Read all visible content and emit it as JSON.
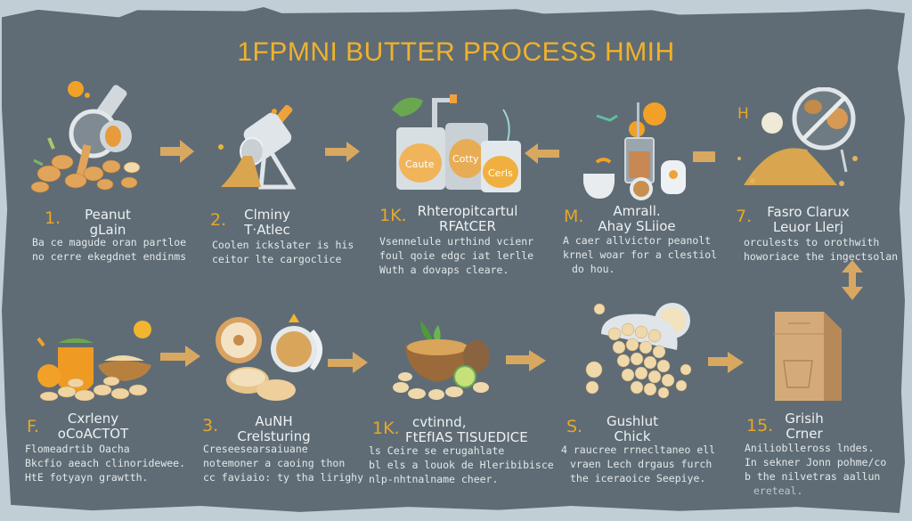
{
  "title": "1FPMNI BUTTER PROCESS HMIH",
  "colors": {
    "board": "#5f6c75",
    "accent": "#f0b22b",
    "arrow": "#d9a860",
    "text": "#eef1f3",
    "peanut": "#e7c48f"
  },
  "steps": [
    {
      "number": "1.",
      "heading": [
        "Peanut",
        "gLain"
      ],
      "description": [
        "Ba ce magude oran partloe",
        "no cerre ekegdnet endinms"
      ],
      "illustration": "grinder-with-peanuts"
    },
    {
      "number": "2.",
      "heading": [
        "Clminy",
        "T·Atlec"
      ],
      "description": [
        "Coolen ickslater is his",
        "ceitor lte cargoclice"
      ],
      "illustration": "meat-grinder-icon"
    },
    {
      "number": "1K.",
      "heading": [
        "Rhteropitcartul",
        "RFAtCER"
      ],
      "description": [
        "Vsennelule urthind vcienr",
        "foul qoie edgc iat lerlle",
        "Wuth a dovaps cleare."
      ],
      "illustration": "jars-icon"
    },
    {
      "number": "M.",
      "heading": [
        "Amrall.",
        "Ahay SLiioe"
      ],
      "description": [
        "A caer allvictor peanolt",
        "krnel woar for a clestiol",
        "do hou."
      ],
      "illustration": "kitchen-jars-icon"
    },
    {
      "number": "7.",
      "heading": [
        "Fasro Clarux",
        "Leuor Llerj"
      ],
      "description": [
        "orculests to orothwith",
        "howoriace the ingectsolan"
      ],
      "illustration": "roasting-drum-icon",
      "marker": "H"
    },
    {
      "number": "F.",
      "heading": [
        "Cxrleny",
        "oCoACTOT"
      ],
      "description": [
        "Flomeadrtib Oacha",
        "Bkcfio aeach clinoridewee.",
        "HtE fotyayn grawtth."
      ],
      "illustration": "orange-pot-peanuts"
    },
    {
      "number": "3.",
      "heading": [
        "AuNH",
        "Crelsturing"
      ],
      "description": [
        "Creseesearsaiuane",
        "notemoner a caoing thon",
        "cc faviaio: ty tha lirighy"
      ],
      "illustration": "sliced-peanut-bread"
    },
    {
      "number": "1K.",
      "heading": [
        "cvtinnd,",
        "FtEfIAS TISUEDICE"
      ],
      "description": [
        "ls Ceire se erugahlate",
        "bl els a louok de Hleribibisce",
        "nlp-nhtnalname cheer."
      ],
      "illustration": "bowl-of-peanuts"
    },
    {
      "number": "S.",
      "heading": [
        "Gushlut",
        "Chick"
      ],
      "description": [
        "4 raucree rrnecltaneo ell",
        "vraen Lech drgaus furch",
        "the iceraoice Seepiye."
      ],
      "illustration": "overflowing-bowl"
    },
    {
      "number": "15.",
      "heading": [
        "Grisih",
        "Crner"
      ],
      "description": [
        "Anilioblleross lndes.",
        "In sekner Jonn pohme/co",
        "b the nilvetras aallun",
        "ereteal."
      ],
      "illustration": "paper-bag"
    }
  ]
}
